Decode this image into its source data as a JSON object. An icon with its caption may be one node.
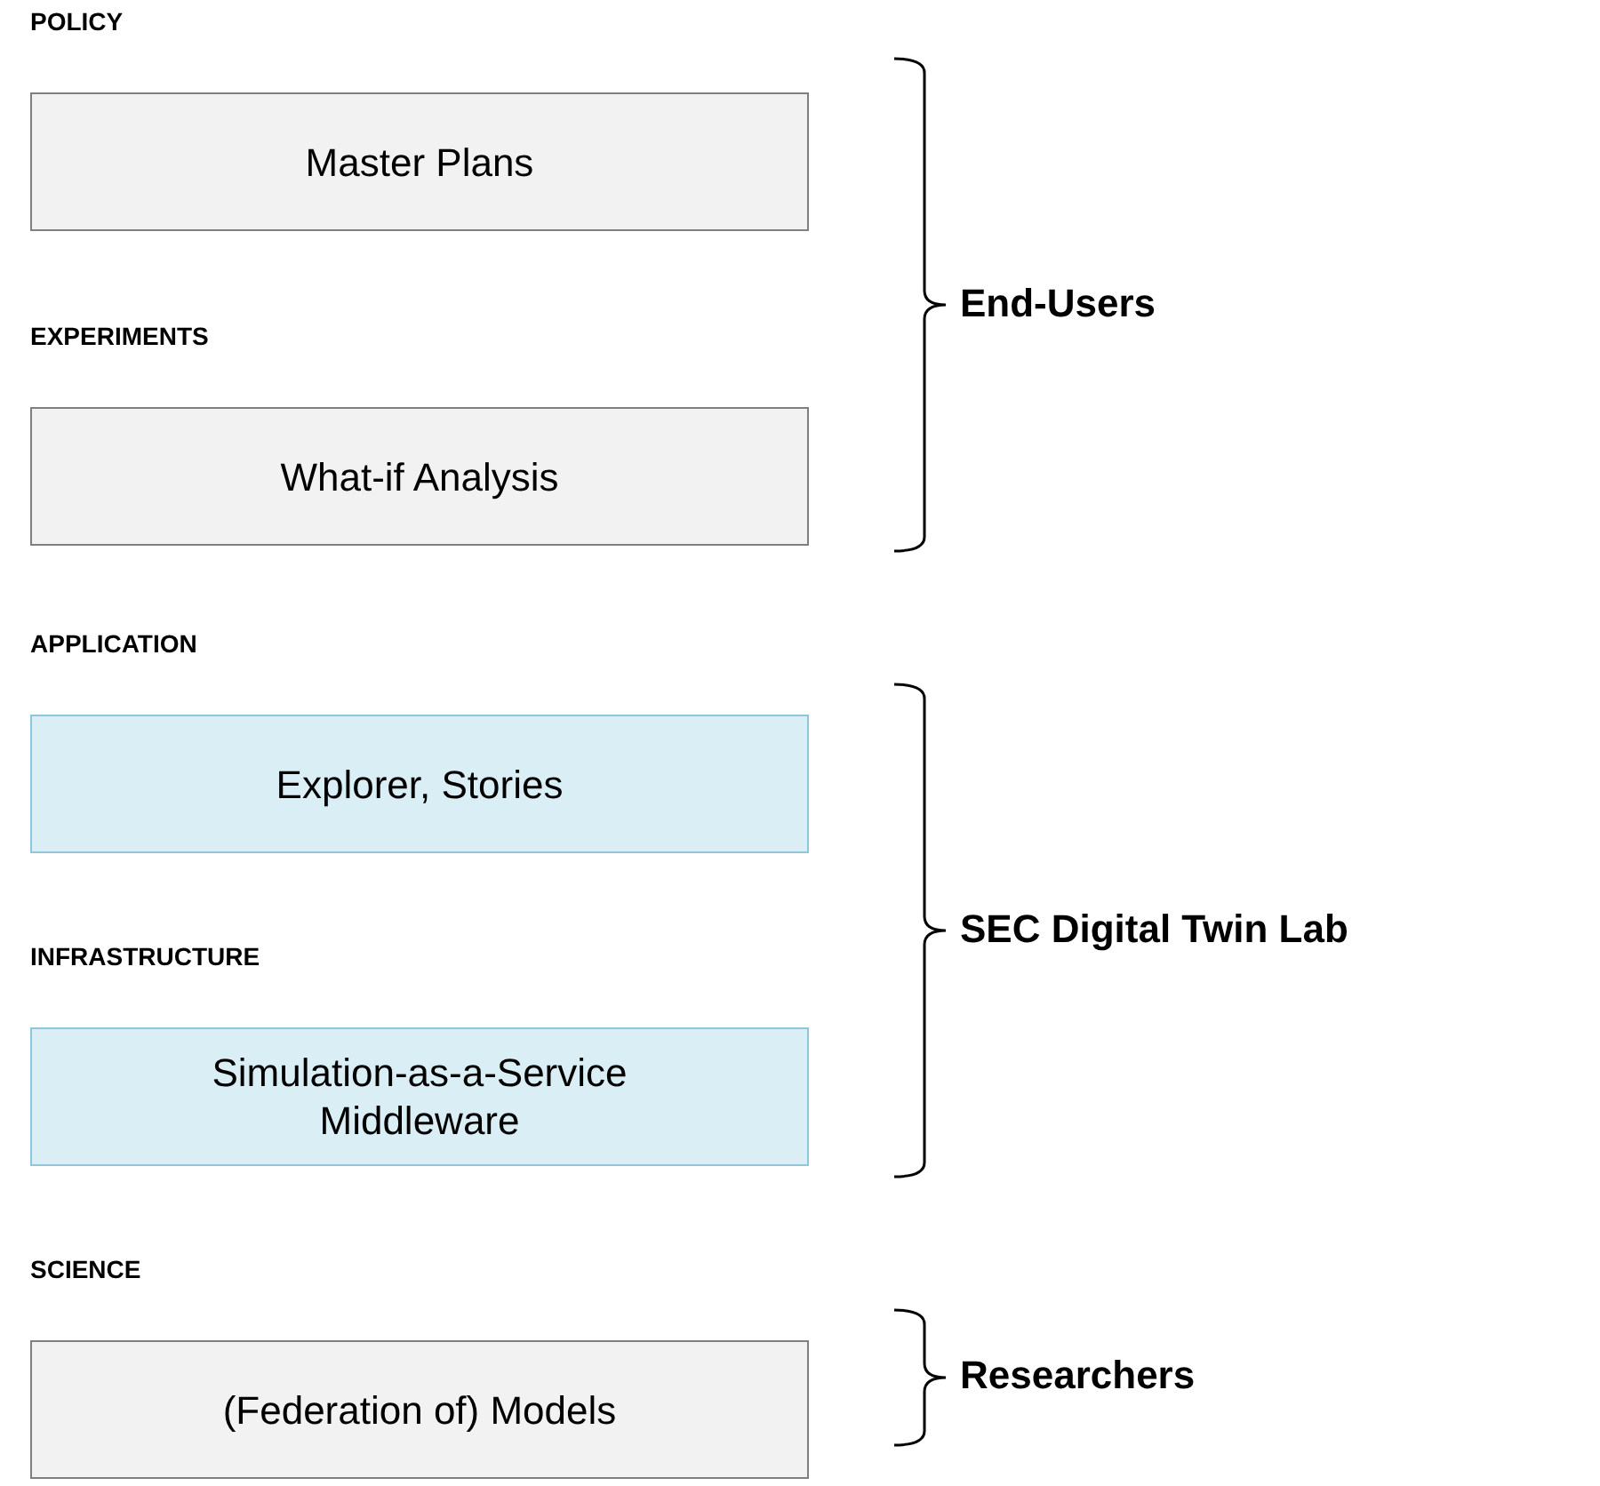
{
  "diagram": {
    "nodes": [
      {
        "text": [
          "POLICY",
          "Master Plans"
        ]
      },
      {
        "text": [
          "EXPERIMENTS",
          "What-if Analysis"
        ]
      },
      {
        "text": [
          "APPLICATION",
          "Explorer, Stories"
        ]
      },
      {
        "text": [
          "INFRASTRUCTURE",
          "Simulation-as-a-Service Middleware"
        ]
      },
      {
        "text": [
          "SCIENCE",
          "(Federation of) Models"
        ]
      }
    ],
    "edges": [],
    "labels": [
      "End-Users",
      "SEC Digital Twin Lab",
      "Researchers"
    ]
  }
}
